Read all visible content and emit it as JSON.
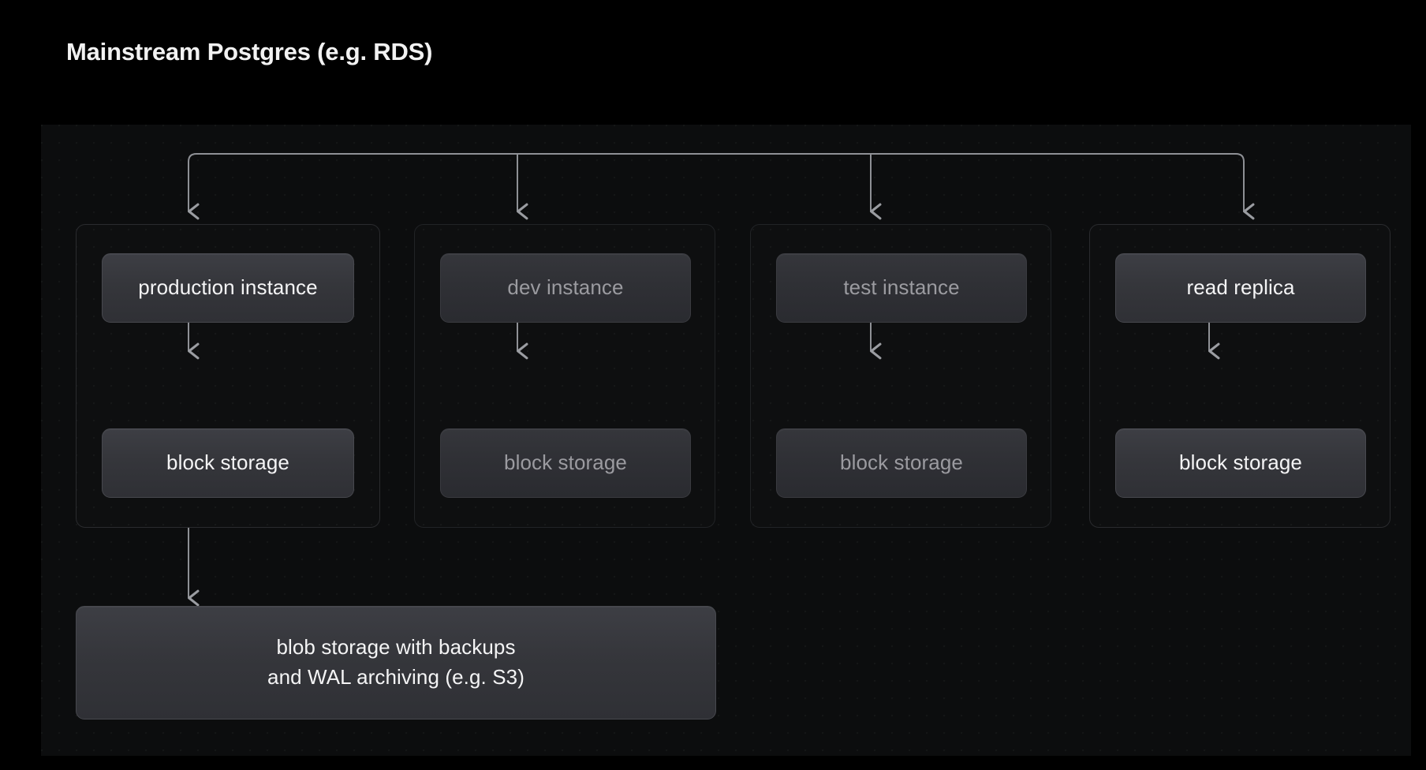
{
  "title": "Mainstream Postgres (e.g. RDS)",
  "theme": {
    "background": "#000000",
    "panel_background": "#0c0d0e",
    "card_fill_top": "#3d3e44",
    "card_fill_bottom": "#2f3035",
    "card_border": "#47484e",
    "group_border": "#2a2b2e",
    "text_bright": "#f4f4f5",
    "text_dim": "#9b9ba0",
    "connector": "#9a9ca1"
  },
  "diagram": {
    "type": "architecture-tree",
    "root_bus_label": "",
    "columns": [
      {
        "id": "production",
        "dimmed": false,
        "instance": "production instance",
        "storage": "block storage",
        "instance_storage_link": "bidirectional",
        "has_backup_link": true
      },
      {
        "id": "dev",
        "dimmed": true,
        "instance": "dev instance",
        "storage": "block storage",
        "instance_storage_link": "bidirectional",
        "has_backup_link": false
      },
      {
        "id": "test",
        "dimmed": true,
        "instance": "test instance",
        "storage": "block storage",
        "instance_storage_link": "bidirectional",
        "has_backup_link": false
      },
      {
        "id": "read-replica",
        "dimmed": false,
        "instance": "read replica",
        "storage": "block storage",
        "instance_storage_link": "bidirectional",
        "has_backup_link": false
      }
    ],
    "blob_storage": {
      "line1": "blob storage with backups",
      "line2": "and WAL archiving (e.g. S3)"
    }
  }
}
